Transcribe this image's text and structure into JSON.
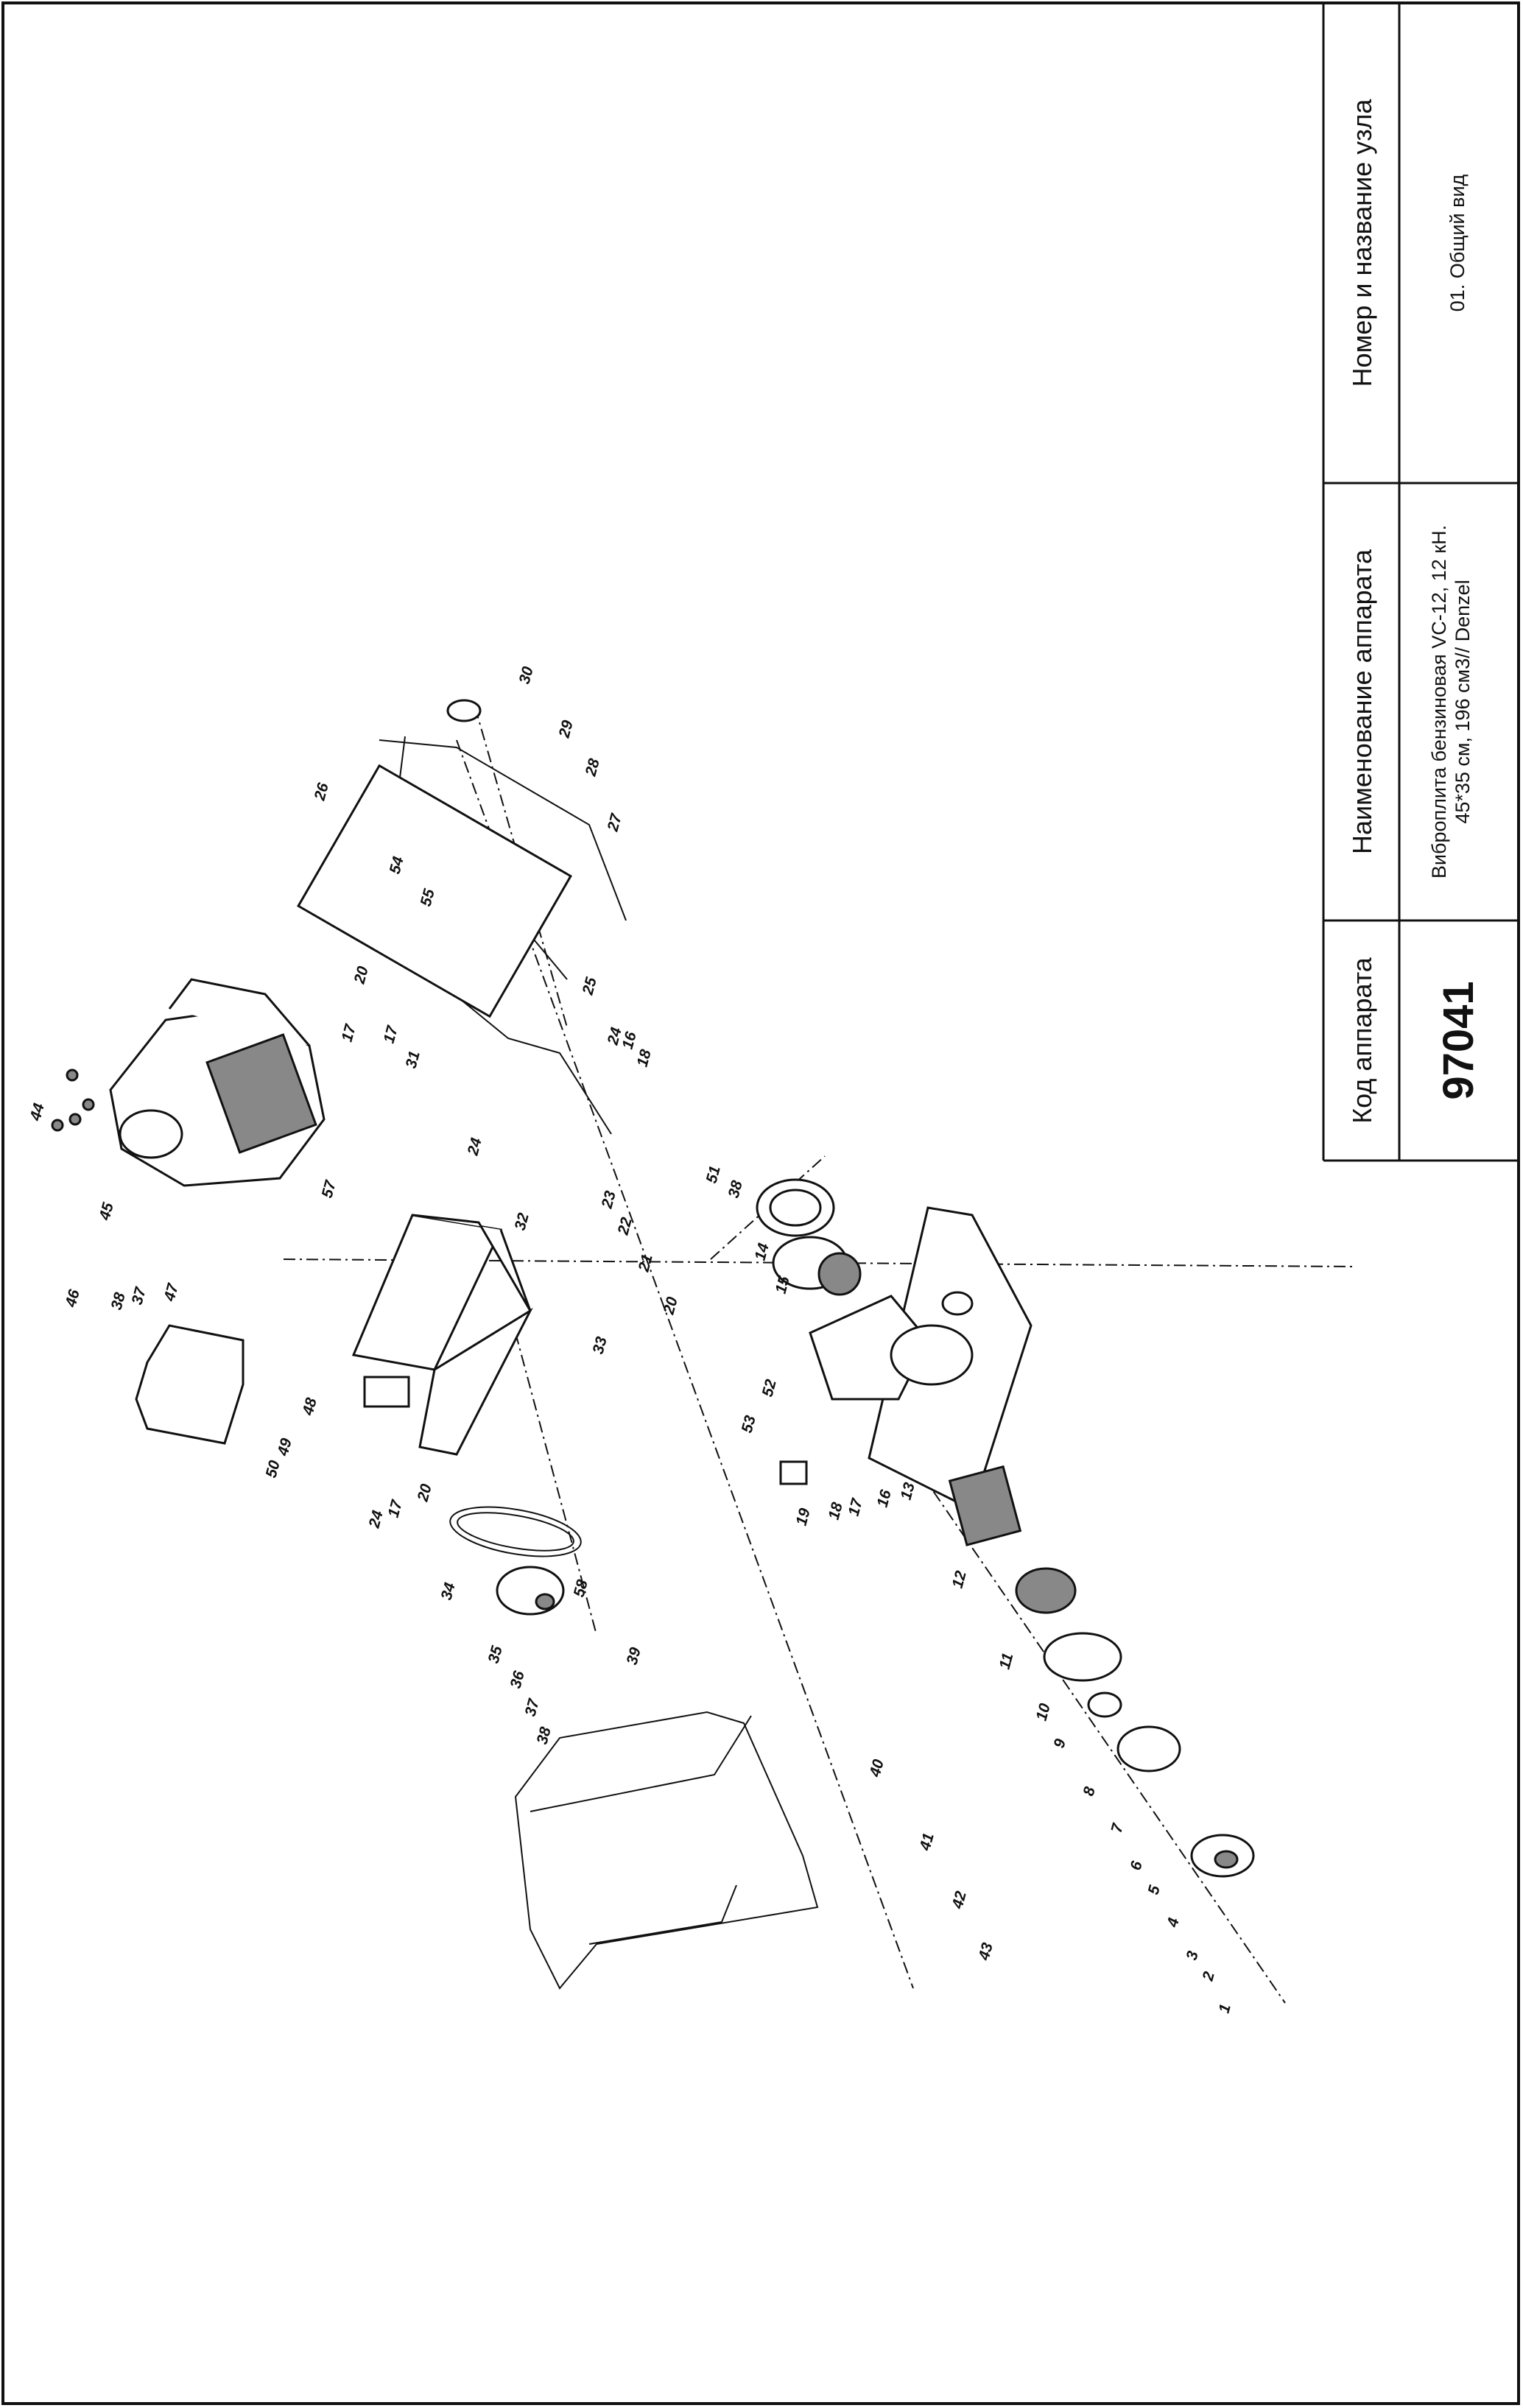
{
  "title_block": {
    "code_header": "Код аппарата",
    "code_value": "97041",
    "name_header": "Наименование аппарата",
    "name_line1": "Виброплита бензиновая VC-12, 12 кН.",
    "name_line2": "45*35 см, 196 см3// Denzel",
    "node_header": "Номер и название узла",
    "node_value": "01. Общий вид"
  },
  "callouts": [
    {
      "id": "1",
      "text": "1"
    },
    {
      "id": "2",
      "text": "2"
    },
    {
      "id": "3",
      "text": "3"
    },
    {
      "id": "4",
      "text": "4"
    },
    {
      "id": "5",
      "text": "5"
    },
    {
      "id": "6",
      "text": "6"
    },
    {
      "id": "7",
      "text": "7"
    },
    {
      "id": "8",
      "text": "8"
    },
    {
      "id": "9",
      "text": "9"
    },
    {
      "id": "10",
      "text": "10"
    },
    {
      "id": "11",
      "text": "11"
    },
    {
      "id": "12",
      "text": "12"
    },
    {
      "id": "13",
      "text": "13"
    },
    {
      "id": "14",
      "text": "14"
    },
    {
      "id": "15",
      "text": "15"
    },
    {
      "id": "16a",
      "text": "16"
    },
    {
      "id": "16b",
      "text": "16"
    },
    {
      "id": "17a",
      "text": "17"
    },
    {
      "id": "17b",
      "text": "17"
    },
    {
      "id": "17c",
      "text": "17"
    },
    {
      "id": "17d",
      "text": "17"
    },
    {
      "id": "18a",
      "text": "18"
    },
    {
      "id": "18b",
      "text": "18"
    },
    {
      "id": "19",
      "text": "19"
    },
    {
      "id": "20a",
      "text": "20"
    },
    {
      "id": "20b",
      "text": "20"
    },
    {
      "id": "20c",
      "text": "20"
    },
    {
      "id": "21",
      "text": "21"
    },
    {
      "id": "22",
      "text": "22"
    },
    {
      "id": "23",
      "text": "23"
    },
    {
      "id": "24a",
      "text": "24"
    },
    {
      "id": "24b",
      "text": "24"
    },
    {
      "id": "24c",
      "text": "24"
    },
    {
      "id": "25",
      "text": "25"
    },
    {
      "id": "26",
      "text": "26"
    },
    {
      "id": "27",
      "text": "27"
    },
    {
      "id": "28",
      "text": "28"
    },
    {
      "id": "29",
      "text": "29"
    },
    {
      "id": "30",
      "text": "30"
    },
    {
      "id": "31",
      "text": "31"
    },
    {
      "id": "32",
      "text": "32"
    },
    {
      "id": "33",
      "text": "33"
    },
    {
      "id": "34",
      "text": "34"
    },
    {
      "id": "35",
      "text": "35"
    },
    {
      "id": "36",
      "text": "36"
    },
    {
      "id": "37a",
      "text": "37"
    },
    {
      "id": "37b",
      "text": "37"
    },
    {
      "id": "38a",
      "text": "38"
    },
    {
      "id": "38b",
      "text": "38"
    },
    {
      "id": "38c",
      "text": "38"
    },
    {
      "id": "39",
      "text": "39"
    },
    {
      "id": "40",
      "text": "40"
    },
    {
      "id": "41",
      "text": "41"
    },
    {
      "id": "42",
      "text": "42"
    },
    {
      "id": "43",
      "text": "43"
    },
    {
      "id": "44",
      "text": "44"
    },
    {
      "id": "45",
      "text": "45"
    },
    {
      "id": "46",
      "text": "46"
    },
    {
      "id": "47",
      "text": "47"
    },
    {
      "id": "48",
      "text": "48"
    },
    {
      "id": "49",
      "text": "49"
    },
    {
      "id": "50",
      "text": "50"
    },
    {
      "id": "51",
      "text": "51"
    },
    {
      "id": "52",
      "text": "52"
    },
    {
      "id": "53",
      "text": "53"
    },
    {
      "id": "54",
      "text": "54"
    },
    {
      "id": "55",
      "text": "55"
    },
    {
      "id": "57",
      "text": "57"
    },
    {
      "id": "58",
      "text": "58"
    }
  ]
}
